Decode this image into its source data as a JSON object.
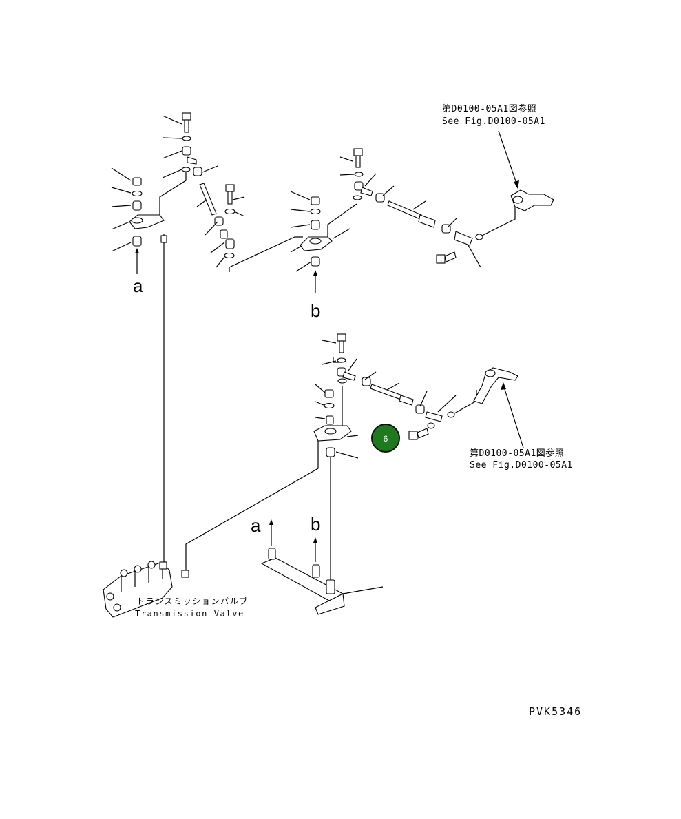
{
  "references": {
    "top_jp": "第D0100-05A1図参照",
    "top_en": "See Fig.D0100-05A1",
    "mid_jp": "第D0100-05A1図参照",
    "mid_en": "See Fig.D0100-05A1"
  },
  "arrow_labels": {
    "upper_a": "a",
    "upper_b": "b",
    "lower_a": "a",
    "lower_b": "b"
  },
  "valve": {
    "jp": "トランスミッションバルブ",
    "en": "Transmission Valve"
  },
  "callout": {
    "number": "6",
    "color": "#1f7a1f"
  },
  "drawing_code": "PVK5346"
}
